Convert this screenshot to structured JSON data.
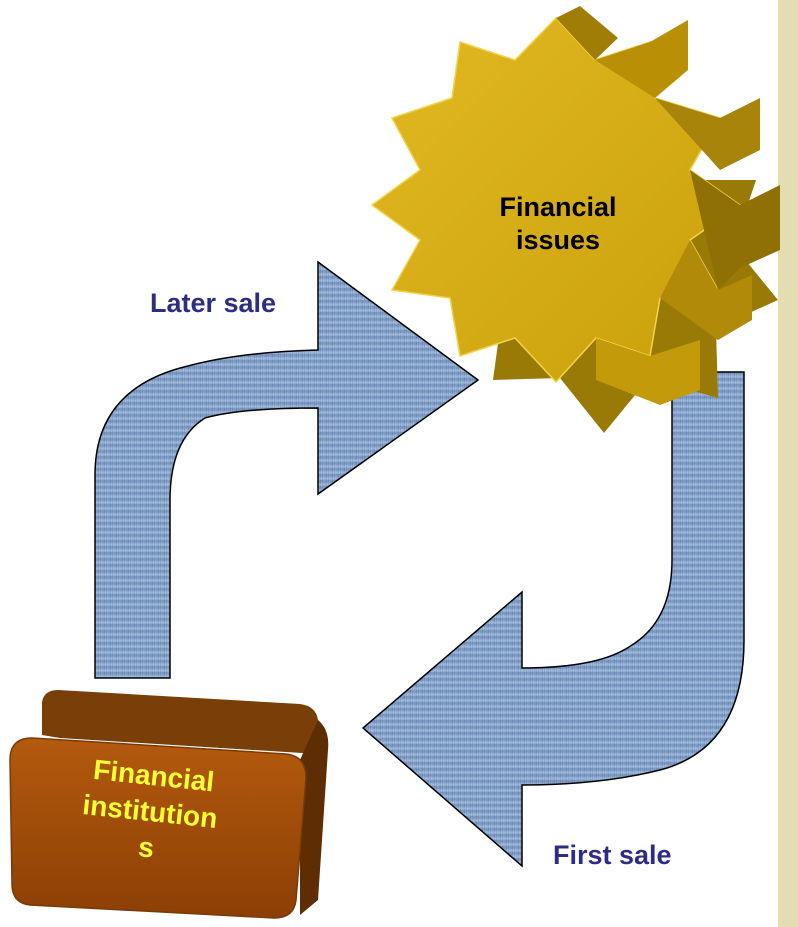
{
  "diagram": {
    "nodes": {
      "issues": {
        "label_line1": "Financial",
        "label_line2": "issues",
        "shape": "eight-point-star",
        "color": "#d4a80c"
      },
      "institutions": {
        "label_line1": "Financial",
        "label_line2": "institution",
        "label_line3": "s",
        "shape": "rounded-box",
        "color": "#a34e08"
      }
    },
    "edges": {
      "later_sale": {
        "label": "Later sale",
        "from": "institutions",
        "to": "issues"
      },
      "first_sale": {
        "label": "First sale",
        "from": "issues",
        "to": "institutions"
      }
    },
    "colors": {
      "arrow_fill": "#7f9ec6",
      "label_text": "#2e2d86",
      "star_text": "#000000",
      "box_text": "#ffff33",
      "side_strip": "#e4ddb2"
    }
  }
}
